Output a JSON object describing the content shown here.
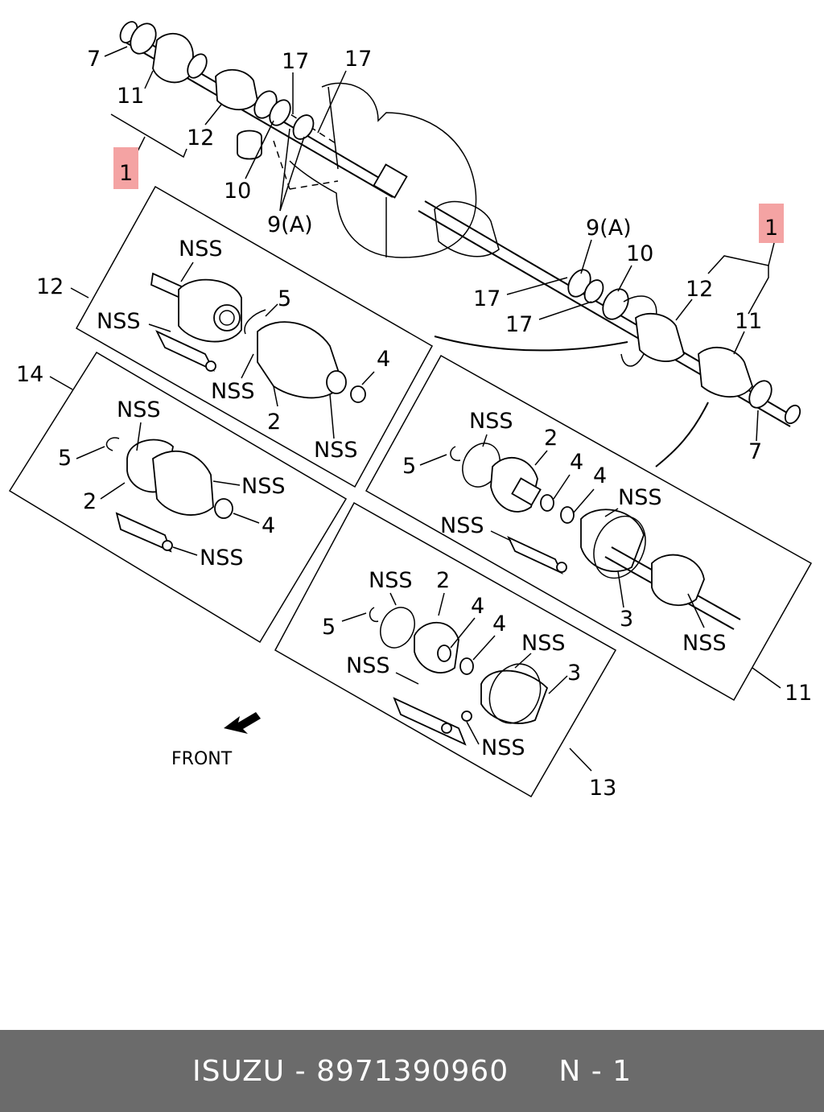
{
  "callouts": {
    "c1_left": "1",
    "c1_right": "1",
    "c7_top": "7",
    "c7_bottom": "7",
    "c11_left": "11",
    "c11_right": "11",
    "c11_box": "11",
    "c12_left": "12",
    "c12_right": "12",
    "c12_box": "12",
    "c17_a": "17",
    "c17_b": "17",
    "c17_c": "17",
    "c17_d": "17",
    "c10_left": "10",
    "c10_right": "10",
    "c9a_left": "9(A)",
    "c9a_right": "9(A)",
    "c13_box": "13",
    "c14_box": "14"
  },
  "box12": {
    "nss_shaft": "NSS",
    "nss_grease": "NSS",
    "nss_bolt": "NSS",
    "nss_boot": "NSS",
    "c5": "5",
    "c4": "4",
    "c2": "2"
  },
  "box14": {
    "nss_top": "NSS",
    "nss_boot": "NSS",
    "nss_bolt": "NSS",
    "c5": "5",
    "c2": "2",
    "c4": "4"
  },
  "box11": {
    "nss_ring": "NSS",
    "nss_joint": "NSS",
    "nss_grease": "NSS",
    "nss_bottom": "NSS",
    "c5": "5",
    "c2": "2",
    "c4a": "4",
    "c4b": "4",
    "c3": "3"
  },
  "box13": {
    "nss_ring": "NSS",
    "nss_boot": "NSS",
    "nss_grease": "NSS",
    "nss_bolt": "NSS",
    "c5": "5",
    "c2": "2",
    "c4a": "4",
    "c4b": "4",
    "c3": "3"
  },
  "front_label": "FRONT",
  "footer": {
    "brand": "ISUZU",
    "separator": "-",
    "part_number": "8971390960",
    "ref": "N - 1"
  },
  "colors": {
    "highlight": "#f4a3a3",
    "footer_bg": "#6b6b6b"
  }
}
